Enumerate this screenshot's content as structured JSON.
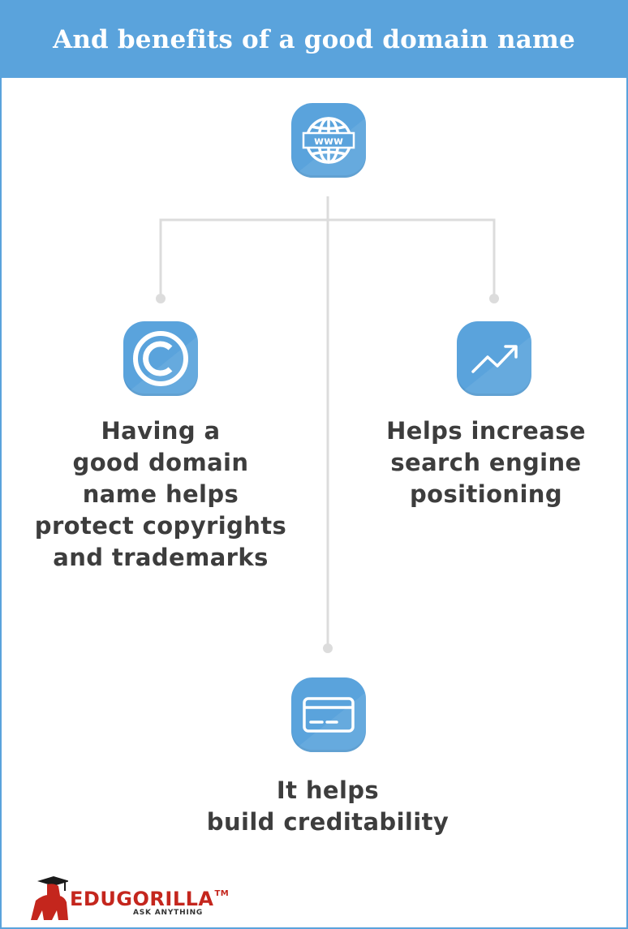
{
  "title": "And benefits of a good domain name",
  "nodes": {
    "root": {
      "icon": "www-globe-icon"
    },
    "left": {
      "icon": "copyright-icon",
      "lines": [
        "Having a",
        "good domain",
        "name helps",
        "protect copyrights",
        "and trademarks"
      ]
    },
    "right": {
      "icon": "trending-up-icon",
      "lines": [
        "Helps increase",
        "search engine",
        "positioning"
      ]
    },
    "bottom": {
      "icon": "credit-card-icon",
      "lines": [
        "It helps",
        "build creditability"
      ]
    }
  },
  "logo": {
    "brand": "EDUGORILLA",
    "trademark": "TM",
    "tagline": "ASK ANYTHING"
  },
  "colors": {
    "accent": "#5aa3dc",
    "text": "#3d3d3d",
    "connector": "#dcdcdc",
    "brand": "#c4261d"
  }
}
